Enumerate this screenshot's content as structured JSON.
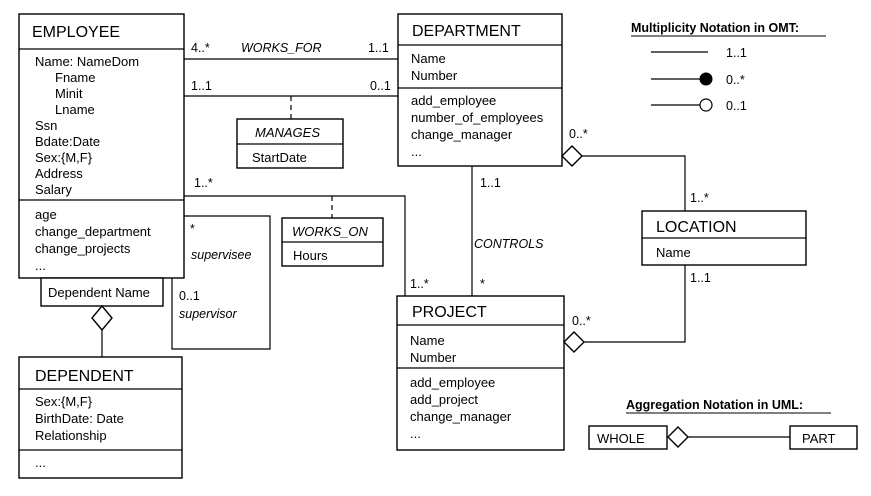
{
  "employee": {
    "title": "EMPLOYEE",
    "attributes": [
      "Name: NameDom",
      "Fname",
      "Minit",
      "Lname",
      "Ssn",
      "Bdate:Date",
      "Sex:{M,F}",
      "Address",
      "Salary"
    ],
    "operations": [
      "age",
      "change_department",
      "change_projects",
      "..."
    ]
  },
  "department": {
    "title": "DEPARTMENT",
    "attributes": [
      "Name",
      "Number"
    ],
    "operations": [
      "add_employee",
      "number_of_employees",
      "change_manager",
      "..."
    ]
  },
  "project": {
    "title": "PROJECT",
    "attributes": [
      "Name",
      "Number"
    ],
    "operations": [
      "add_employee",
      "add_project",
      "change_manager",
      "..."
    ]
  },
  "location": {
    "title": "LOCATION",
    "attributes": [
      "Name"
    ]
  },
  "dependent": {
    "title": "DEPENDENT",
    "attributes": [
      "Sex:{M,F}",
      "BirthDate: Date",
      "Relationship"
    ],
    "operations": [
      "..."
    ]
  },
  "qualifier": "Dependent Name",
  "manages": {
    "title": "MANAGES",
    "attribute": "StartDate"
  },
  "works_on": {
    "title": "WORKS_ON",
    "attribute": "Hours"
  },
  "relationships": {
    "works_for": {
      "name": "WORKS_FOR",
      "emp_mult": "4..*",
      "dept_mult": "1..1"
    },
    "manages": {
      "emp_mult": "1..1",
      "dept_mult": "0..1"
    },
    "works_on": {
      "emp_mult": "1..*",
      "proj_mult": "1..*"
    },
    "supervision": {
      "supervisee_mult": "*",
      "supervisee_role": "supervisee",
      "supervisor_mult": "0..1",
      "supervisor_role": "supervisor"
    },
    "controls": {
      "name": "CONTROLS",
      "dept_mult": "1..1",
      "proj_mult": "*"
    },
    "dept_location": {
      "dept_mult": "0..*",
      "loc_mult": "1..*"
    },
    "proj_location": {
      "proj_mult": "0..*",
      "loc_mult": "1..1"
    }
  },
  "legend_omt": {
    "title": "Multiplicity Notation in OMT:",
    "rows": [
      "1..1",
      "0..*",
      "0..1"
    ]
  },
  "legend_uml": {
    "title": "Aggregation Notation in UML:",
    "whole": "WHOLE",
    "part": "PART"
  }
}
